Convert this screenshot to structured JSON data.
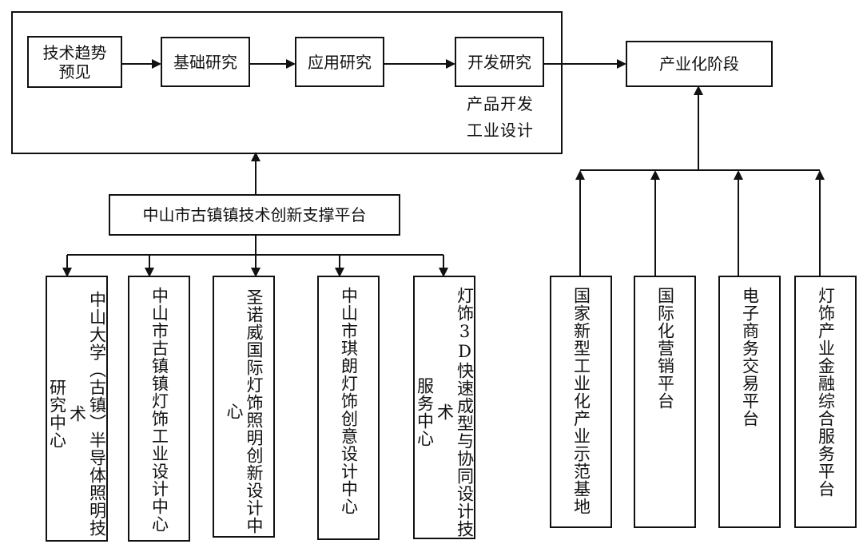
{
  "stages": {
    "trend": "技术趋势\n预见",
    "basic": "基础研究",
    "applied": "应用研究",
    "development": "开发研究",
    "industrial": "产业化阶段"
  },
  "development_notes": {
    "product": "产品开发",
    "design": "工业设计"
  },
  "platform": {
    "name": "中山市古镇镇技术创新支撑平台"
  },
  "research_units": [
    "中山大学（古镇）半导体照明技术\n研究中心",
    "中山市古镇镇灯饰工业设计中心",
    "圣诺威国际灯饰照明创新设计中心",
    "中山市琪朗灯饰创意设计中心",
    "灯饰3D快速成型与协同设计技术\n服务中心"
  ],
  "industry_units": [
    "国家新型工业化产业示范基地",
    "国际化营销平台",
    "电子商务交易平台",
    "灯饰产业金融综合服务平台"
  ],
  "colors": {
    "line": "#111111",
    "background": "#ffffff"
  }
}
